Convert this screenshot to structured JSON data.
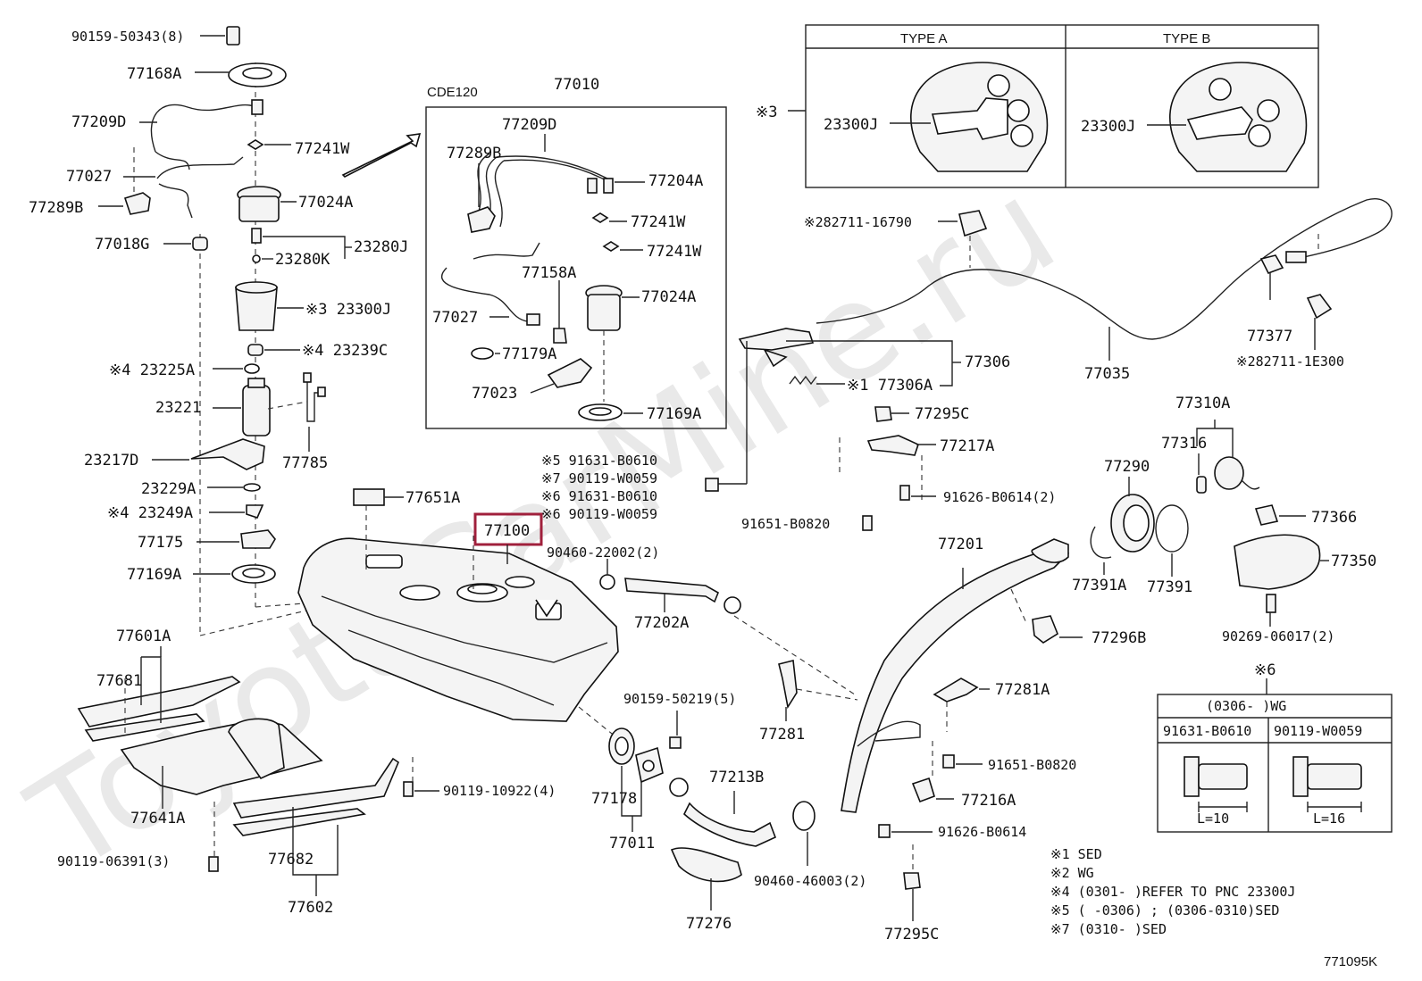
{
  "diagram": {
    "highlight_label": "77100",
    "footer_code": "771095K",
    "watermark": "ToyotaCarMine.ru",
    "inset_label": "CDE120",
    "inset_title": "77010",
    "type_box": {
      "col_a": "TYPE A",
      "col_b": "TYPE B",
      "note": "※3",
      "part_a": "23300J",
      "part_b": "23300J"
    },
    "wg_box": {
      "title": "※6",
      "header": "(0306-      )WG",
      "col_a": "91631-B0610",
      "col_b": "90119-W0059",
      "len_a": "L=10",
      "len_b": "L=16"
    },
    "notes": [
      "※1 SED",
      "※2 WG",
      "※4 (0301-     )REFER TO PNC 23300J",
      "※5 (      -0306) ; (0306-0310)SED",
      "※7 (0310-     )SED"
    ],
    "labels": {
      "p90159_50343": "90159-50343(8)",
      "p77168A": "77168A",
      "p77209D": "77209D",
      "p77241W": "77241W",
      "p77027": "77027",
      "p77289B": "77289B",
      "p77024A": "77024A",
      "p77018G": "77018G",
      "p23280J": "23280J",
      "p23280K": "23280K",
      "p23300J": "※3 23300J",
      "p23239C": "※4 23239C",
      "p23225A": "※4 23225A",
      "p23221": "23221",
      "p77785": "77785",
      "p23217D": "23217D",
      "p23229A": "23229A",
      "p23249A": "※4 23249A",
      "p77175": "77175",
      "p77169A": "77169A",
      "p77651A": "77651A",
      "p77601A": "77601A",
      "p77681": "77681",
      "p77641A": "77641A",
      "p90119_06391": "90119-06391(3)",
      "p77682": "77682",
      "p77602": "77602",
      "p90119_10922": "90119-10922(4)",
      "i77209D": "77209D",
      "i77289B": "77289B",
      "i77204A": "77204A",
      "i77241W1": "77241W",
      "i77241W2": "77241W",
      "i77158A": "77158A",
      "i77024A": "77024A",
      "i77027": "77027",
      "i77179A": "77179A",
      "i77023": "77023",
      "i77169A": "77169A",
      "f91631a": "※5 91631-B0610",
      "f90119a": "※7 90119-W0059",
      "f91631b": "※6 91631-B0610",
      "f90119b": "※6 90119-W0059",
      "p90460_22002": "90460-22002(2)",
      "p77202A": "77202A",
      "p90159_50219": "90159-50219(5)",
      "p77178": "77178",
      "p77011": "77011",
      "p77213B": "77213B",
      "p77276": "77276",
      "p90460_46003": "90460-46003(2)",
      "p77281": "77281",
      "p282711_16790": "※282711-16790",
      "p77306": "77306",
      "p77306A": "※1 77306A",
      "p77295C": "77295C",
      "p77217A": "77217A",
      "p91626_B0614a": "91626-B0614(2)",
      "p91651_B0820a": "91651-B0820",
      "p77201": "77201",
      "p77281A": "77281A",
      "p91651_B0820b": "91651-B0820",
      "p77216A": "77216A",
      "p91626_B0614b": "91626-B0614",
      "p77295C_b": "77295C",
      "p77035": "77035",
      "p77377": "77377",
      "p282711_1E300": "※282711-1E300",
      "p77310A": "77310A",
      "p77316": "77316",
      "p77290": "77290",
      "p77366": "77366",
      "p77350": "77350",
      "p77391A": "77391A",
      "p77391": "77391",
      "p77296B": "77296B",
      "p90269_06017": "90269-06017(2)"
    }
  }
}
